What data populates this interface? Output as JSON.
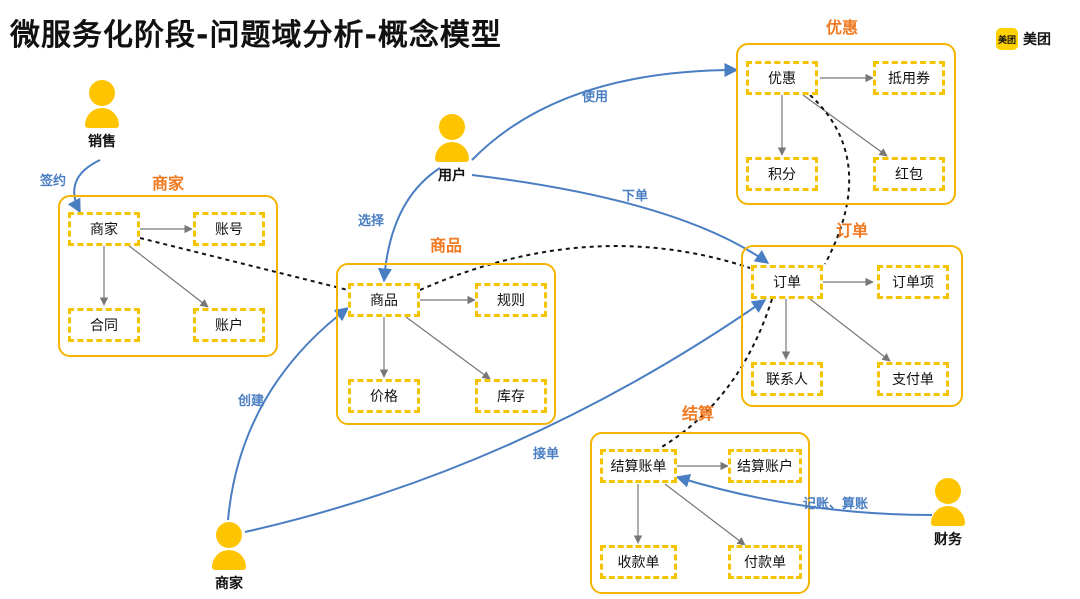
{
  "title": "微服务化阶段-问题域分析-概念模型",
  "logo": {
    "mark": "美团",
    "text": "美团"
  },
  "groups": {
    "merchant": {
      "title": "商家",
      "nodes": {
        "main": "商家",
        "account": "账号",
        "contract": "合同",
        "billing": "账户"
      }
    },
    "product": {
      "title": "商品",
      "nodes": {
        "main": "商品",
        "rule": "规则",
        "price": "价格",
        "stock": "库存"
      }
    },
    "promo": {
      "title": "优惠",
      "nodes": {
        "main": "优惠",
        "coupon": "抵用券",
        "points": "积分",
        "redpack": "红包"
      }
    },
    "order": {
      "title": "订单",
      "nodes": {
        "main": "订单",
        "item": "订单项",
        "contact": "联系人",
        "payment": "支付单"
      }
    },
    "settle": {
      "title": "结算",
      "nodes": {
        "main": "结算账单",
        "account": "结算账户",
        "receipt": "收款单",
        "payout": "付款单"
      }
    }
  },
  "actors": {
    "sales": "销售",
    "user": "用户",
    "merchant": "商家",
    "finance": "财务"
  },
  "edge_labels": {
    "sign": "签约",
    "use": "使用",
    "select": "选择",
    "order": "下单",
    "create": "创建",
    "accept": "接单",
    "book": "记账、算账"
  },
  "colors": {
    "group_border": "#F5B400",
    "node_border": "#F5C400",
    "actor": "#FFC400",
    "group_title": "#F07A21",
    "edge": "#4A7EC2"
  }
}
